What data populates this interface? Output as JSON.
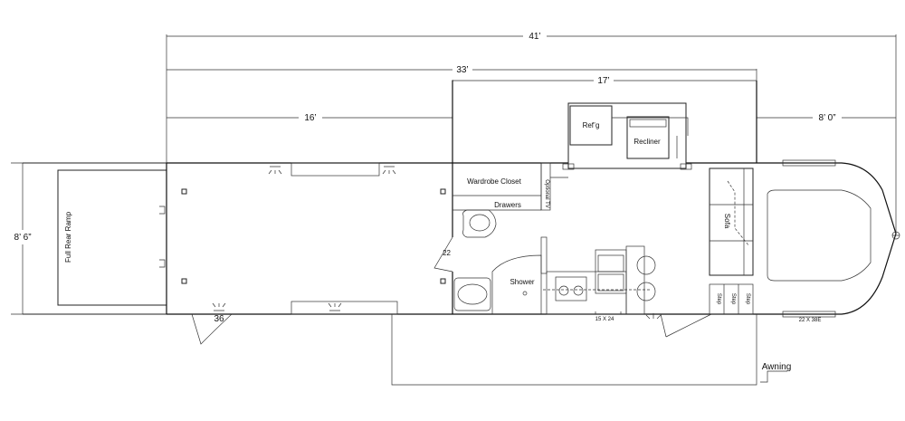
{
  "dimensions": {
    "overall_length": "41’",
    "box_length": "33’",
    "living_length": "17’",
    "garage_length": "16’",
    "front_length": "8’ 0”",
    "width": "8’ 6”",
    "door_width": "36",
    "bath_door": "22"
  },
  "labels": {
    "ramp": "Full Rear Ramp",
    "wardrobe": "Wardrobe Closet",
    "drawers": "Drawers",
    "optional_tv": "Optional TV",
    "refrigerator": "Ref’g",
    "recliner": "Recliner",
    "shower": "Shower",
    "sofa": "Sofa",
    "step1": "Step",
    "step2": "Step",
    "step3": "Step",
    "window_kitchen": "15 X 24",
    "window_front": "22 X 38E",
    "awning": "Awning"
  }
}
